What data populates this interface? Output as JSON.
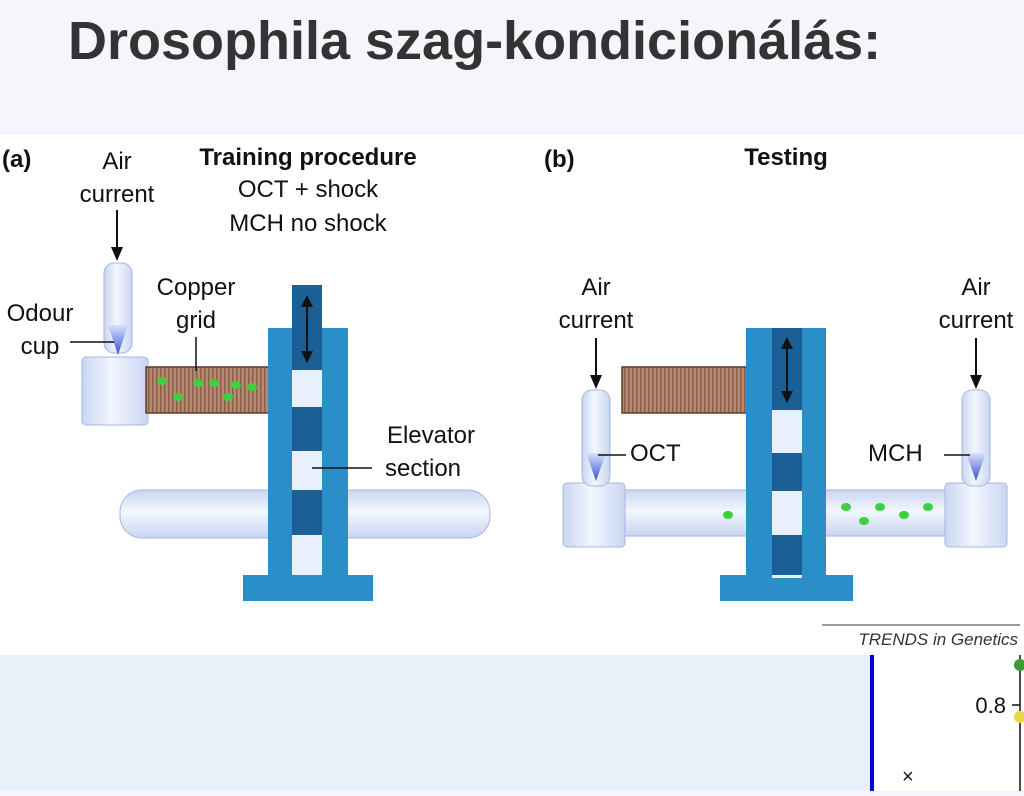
{
  "slide": {
    "title": "Drosophila szag-kondicionálás:"
  },
  "figure": {
    "panel_a": {
      "letter": "(a)",
      "heading": "Training procedure",
      "line1": "OCT + shock",
      "line2": "MCH no shock",
      "air_current_1": "Air",
      "air_current_2": "current",
      "odour_cup_1": "Odour",
      "odour_cup_2": "cup",
      "copper_grid_1": "Copper",
      "copper_grid_2": "grid",
      "elevator_1": "Elevator",
      "elevator_2": "section"
    },
    "panel_b": {
      "letter": "(b)",
      "heading": "Testing",
      "left_air_1": "Air",
      "left_air_2": "current",
      "right_air_1": "Air",
      "right_air_2": "current",
      "oct_label": "OCT",
      "mch_label": "MCH"
    },
    "credit": "TRENDS in Genetics"
  },
  "inset": {
    "tick_label": "0.8",
    "axis_mark": "×"
  },
  "colors": {
    "tube_light": "#dde7f8",
    "column_blue": "#2a8fc8",
    "column_dark": "#1a5f95",
    "copper": "#a47a62",
    "fly_green": "#3fcf3f",
    "accent_bar": "#0000cc"
  }
}
